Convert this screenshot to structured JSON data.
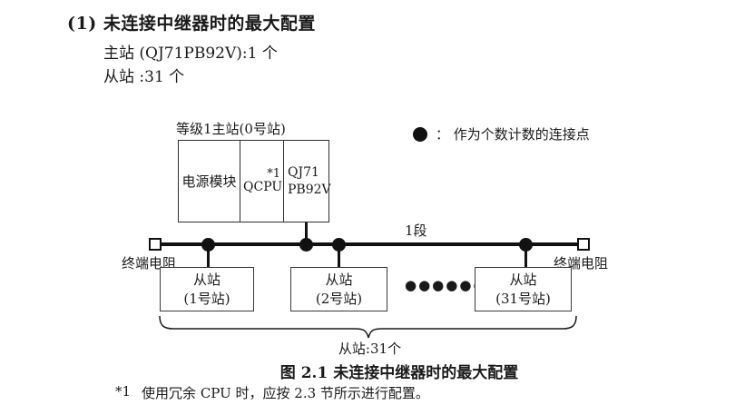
{
  "header": {
    "title": "(1) 未连接中继器时的最大配置",
    "master_spec": "主站 (QJ71PB92V):1 个",
    "slave_spec": "从站 :31 个"
  },
  "diagram": {
    "master_label": "等级1主站(0号站)",
    "master_cells": {
      "power_module": "电源模块",
      "cpu": "QCPU",
      "cpu_note": "*1",
      "net_line1": "QJ71",
      "net_line2": "PB92V"
    },
    "legend": {
      "text": "：  作为个数计数的连接点"
    },
    "segment_label": "1段",
    "terminator_left": "终端电阻",
    "terminator_right": "终端电阻",
    "slaves": [
      {
        "line1": "从站",
        "line2": "(1号站)"
      },
      {
        "line1": "从站",
        "line2": "(2号站)"
      },
      {
        "line1": "从站",
        "line2": "(31号站)"
      }
    ],
    "ellipsis": "●●●●●●",
    "brace_label": "从站:31个"
  },
  "caption": "图 2.1 未连接中继器时的最大配置",
  "footnote": {
    "marker": "*1",
    "text": "使用冗余 CPU 时，应按 2.3 节所示进行配置。"
  }
}
